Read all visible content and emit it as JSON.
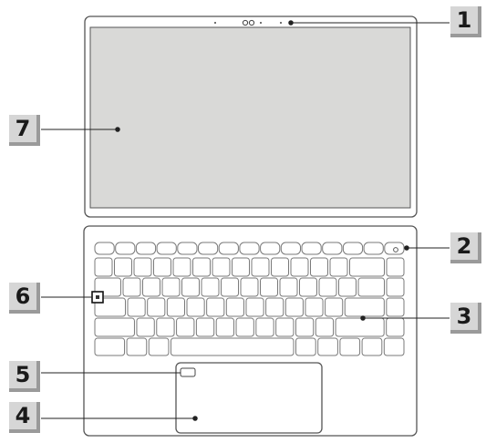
{
  "diagram": {
    "callouts": [
      {
        "id": "1",
        "label": "1",
        "part": "webcam"
      },
      {
        "id": "2",
        "label": "2",
        "part": "power-button"
      },
      {
        "id": "3",
        "label": "3",
        "part": "keyboard"
      },
      {
        "id": "4",
        "label": "4",
        "part": "touchpad"
      },
      {
        "id": "5",
        "label": "5",
        "part": "fingerprint-reader"
      },
      {
        "id": "6",
        "label": "6",
        "part": "caps-lock-indicator"
      },
      {
        "id": "7",
        "label": "7",
        "part": "display"
      }
    ],
    "colors": {
      "outline": "#555555",
      "key_outline": "#7a7a7a",
      "screen_fill": "#d9d9d7",
      "callout_fill": "#d6d6d6",
      "callout_shadow": "#9a9a9a"
    }
  }
}
